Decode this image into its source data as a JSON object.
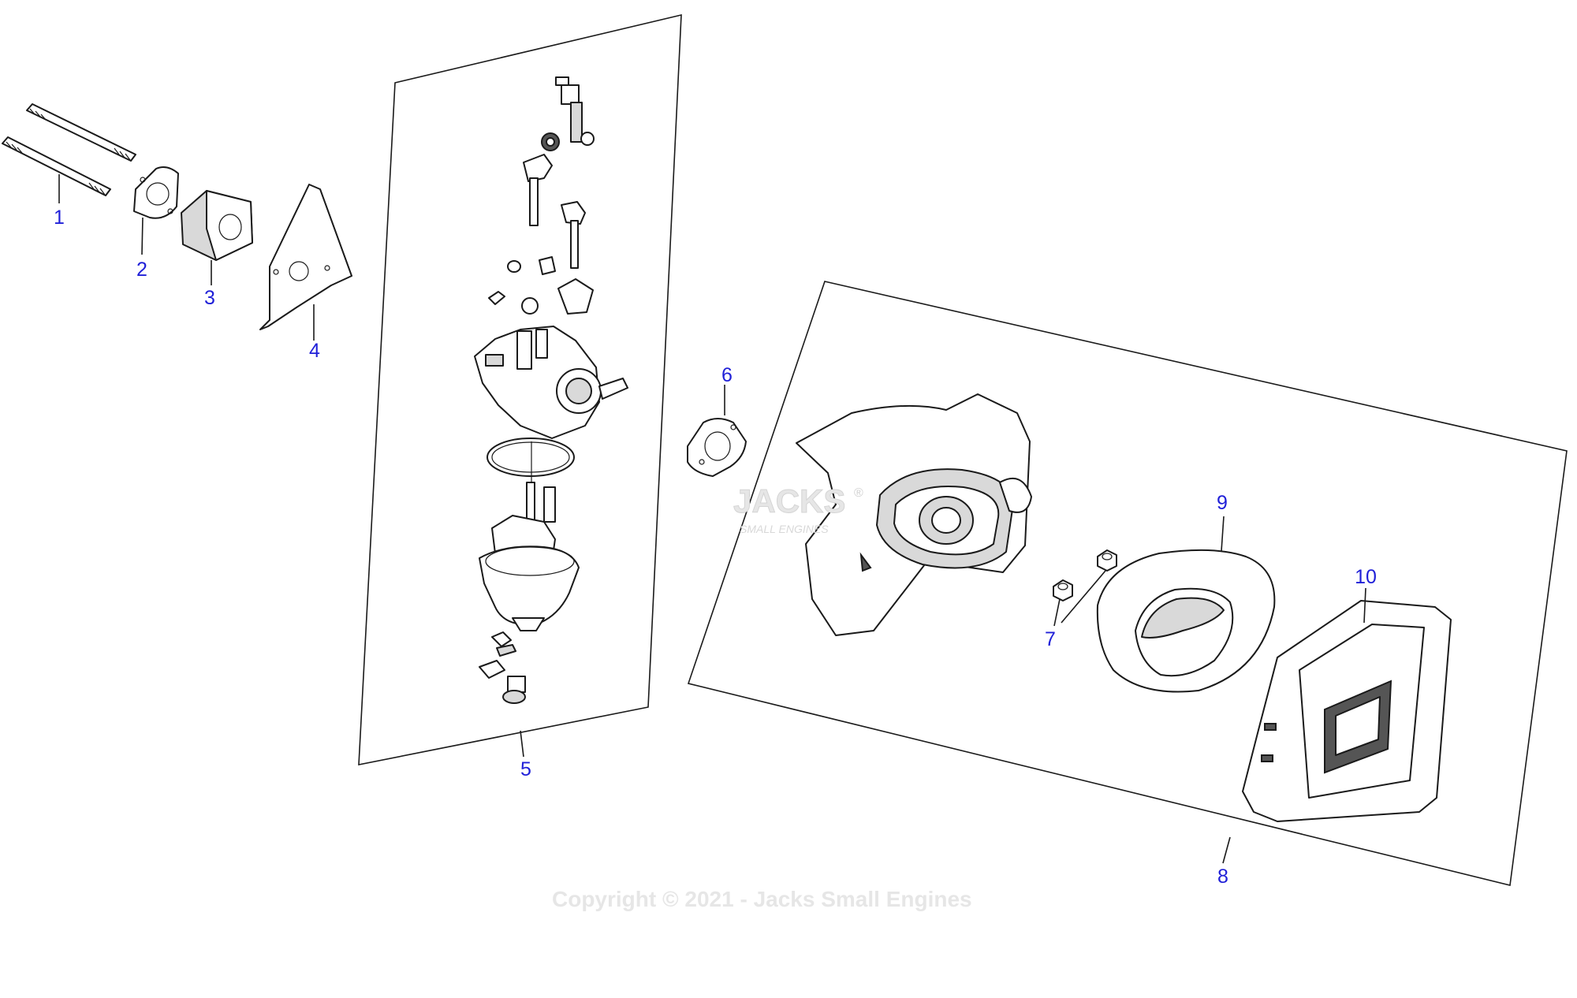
{
  "callouts": [
    {
      "id": "1",
      "text": "1"
    },
    {
      "id": "2",
      "text": "2"
    },
    {
      "id": "3",
      "text": "3"
    },
    {
      "id": "4",
      "text": "4"
    },
    {
      "id": "5",
      "text": "5"
    },
    {
      "id": "6",
      "text": "6"
    },
    {
      "id": "7",
      "text": "7"
    },
    {
      "id": "8",
      "text": "8"
    },
    {
      "id": "9",
      "text": "9"
    },
    {
      "id": "10",
      "text": "10"
    }
  ],
  "watermark": {
    "logo_text": "JACKS",
    "logo_sub": "SMALL ENGINES",
    "registered": "®",
    "copyright": "Copyright © 2021 - Jacks Small Engines"
  },
  "colors": {
    "callout": "#2020d8",
    "line": "#1a1a1a",
    "watermark": "#e6e6e6"
  }
}
